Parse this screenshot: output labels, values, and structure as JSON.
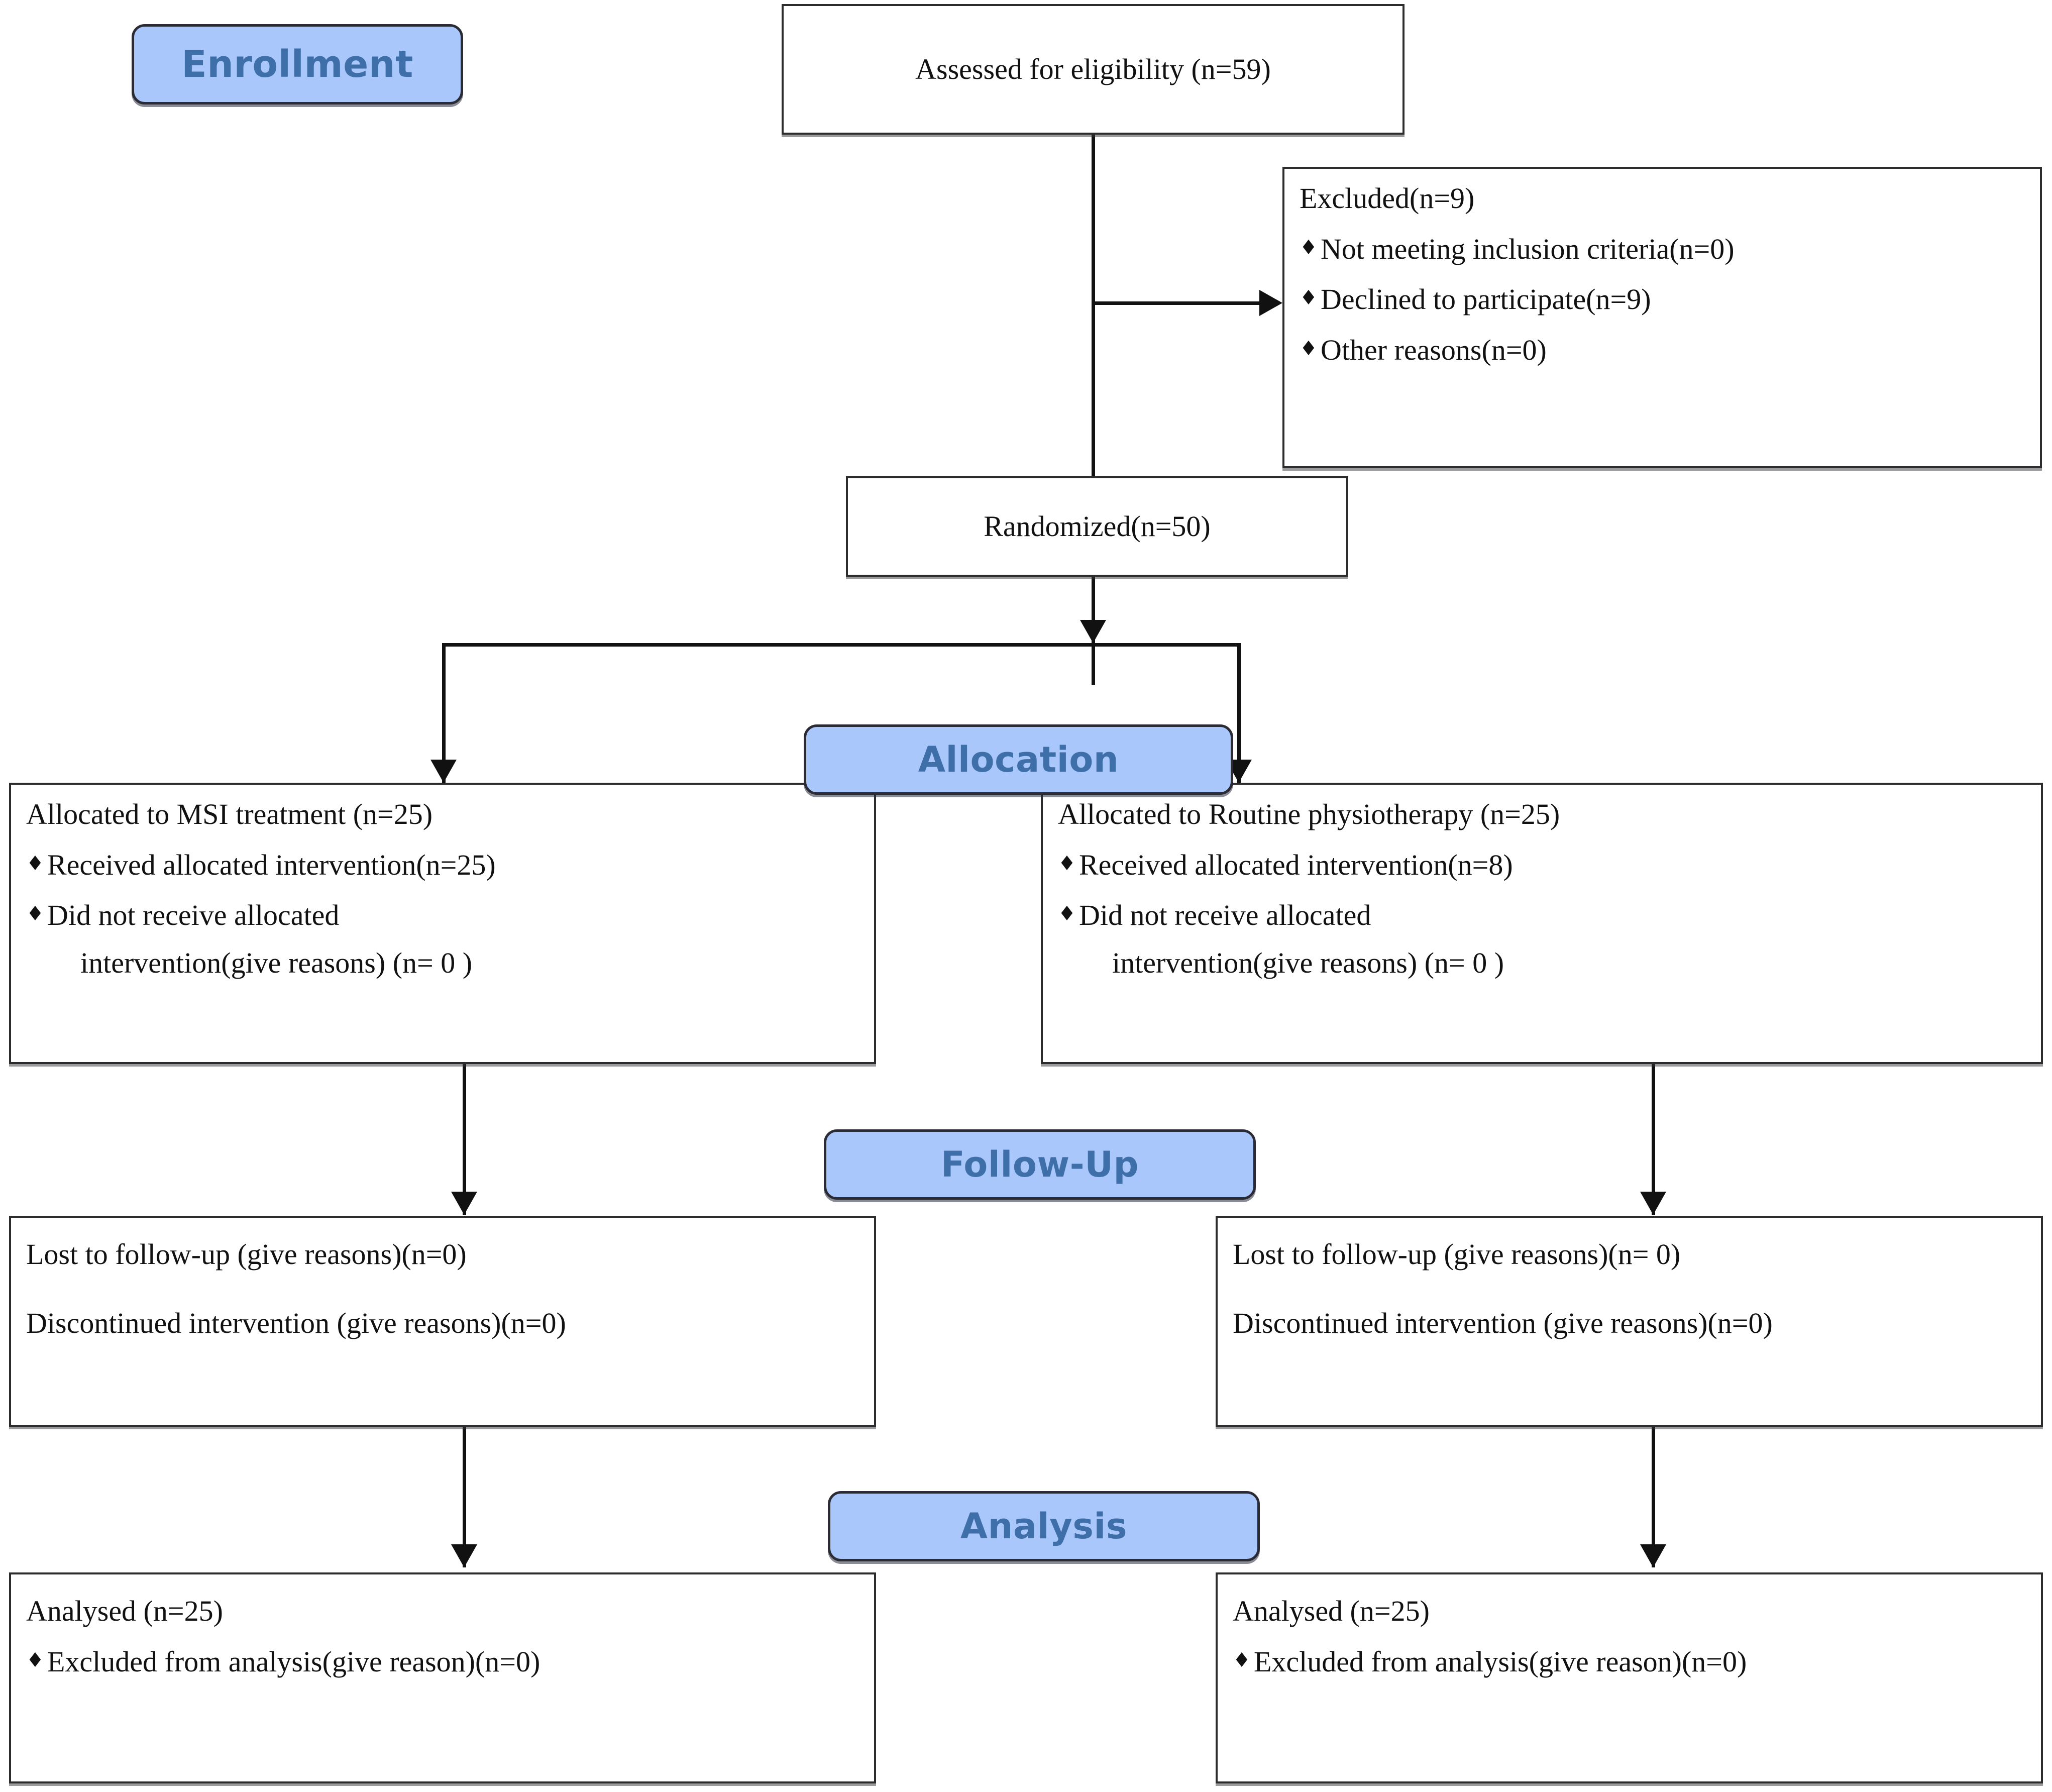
{
  "diagram": {
    "title": "CONSORT participant flow diagram",
    "accent_badge_fill": "#a9c7fb",
    "accent_badge_text": "#3e6fa8",
    "line_color": "#111111",
    "box_border_color": "#2c2c2c"
  },
  "stages": {
    "enrollment": "Enrollment",
    "allocation": "Allocation",
    "follow_up": "Follow-Up",
    "analysis": "Analysis"
  },
  "enrollment": {
    "assessed": "Assessed for eligibility (n=59)",
    "excluded": {
      "heading": "Excluded(n=9)",
      "bullet": "♦",
      "reasons": [
        "Not meeting inclusion criteria(n=0)",
        "Declined to participate(n=9)",
        "Other reasons(n=0)"
      ]
    },
    "randomized": "Randomized(n=50)"
  },
  "allocation": {
    "left": {
      "heading": "Allocated to MSI treatment (n=25)",
      "bullet": "♦",
      "items": [
        {
          "text": "Received allocated intervention(n=25)",
          "continuation": ""
        },
        {
          "text": "Did not receive allocated",
          "continuation": "intervention(give reasons) (n= 0 )"
        }
      ]
    },
    "right": {
      "heading": "Allocated to Routine physiotherapy (n=25)",
      "bullet": "♦",
      "items": [
        {
          "text": "Received allocated intervention(n=8)",
          "continuation": ""
        },
        {
          "text": "Did not receive allocated",
          "continuation": "intervention(give reasons) (n= 0 )"
        }
      ]
    }
  },
  "follow_up": {
    "left": {
      "lines": [
        "Lost to follow-up (give reasons)(n=0)",
        "Discontinued intervention (give reasons)(n=0)"
      ]
    },
    "right": {
      "lines": [
        "Lost to follow-up (give reasons)(n= 0)",
        "Discontinued intervention (give reasons)(n=0)"
      ]
    }
  },
  "analysis": {
    "left": {
      "heading": "Analysed (n=25)",
      "bullet": "♦",
      "items": [
        "Excluded from analysis(give reason)(n=0)"
      ]
    },
    "right": {
      "heading": "Analysed (n=25)",
      "bullet": "♦",
      "items": [
        "Excluded from analysis(give reason)(n=0)"
      ]
    }
  }
}
